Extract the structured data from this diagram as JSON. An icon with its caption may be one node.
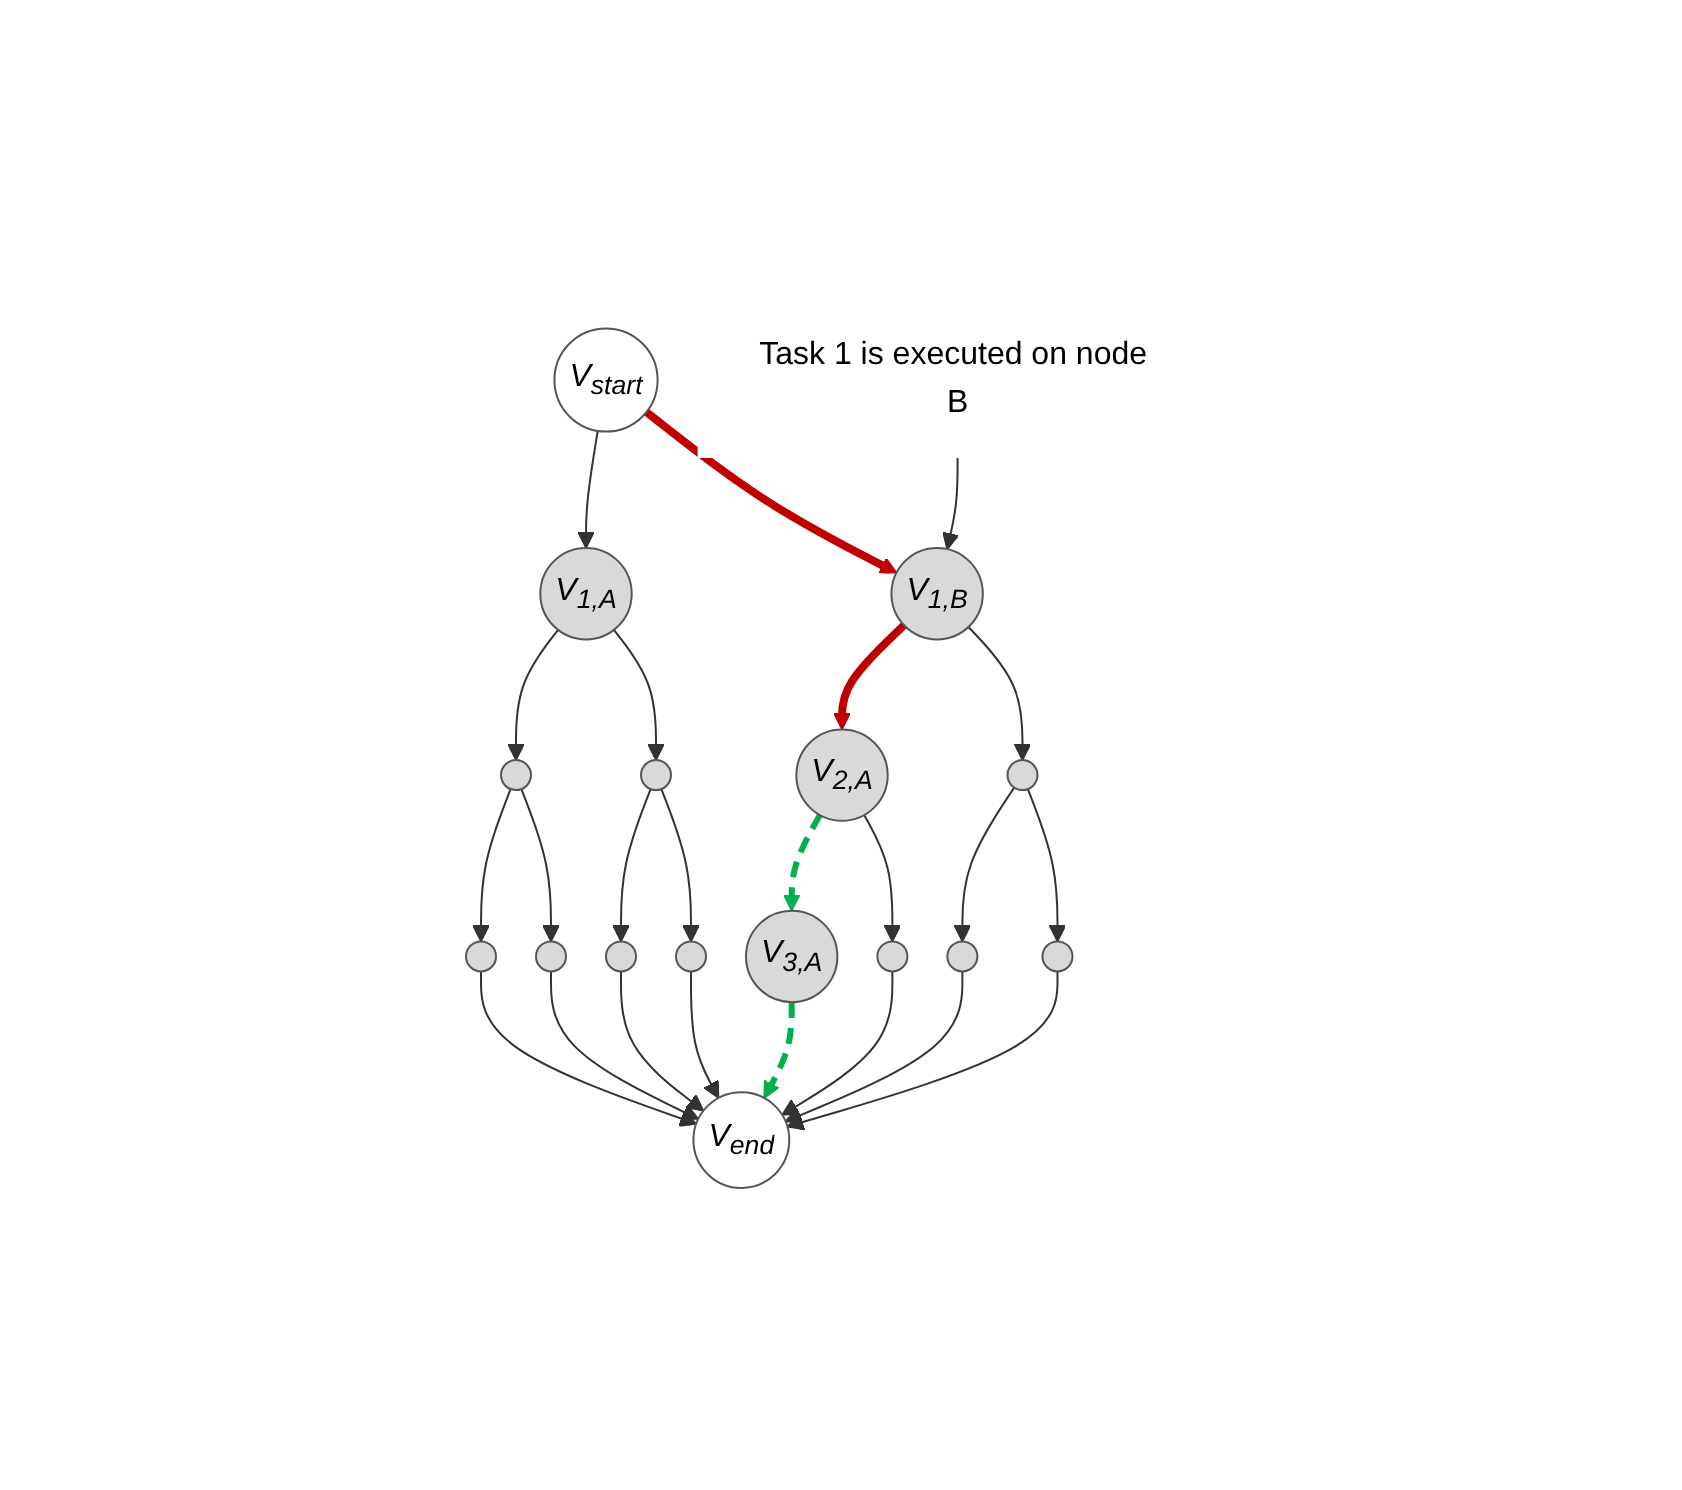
{
  "diagram": {
    "nodes": [
      {
        "text": [
          "V$_{start}$"
        ]
      },
      {
        "text": [
          "V$_{1,A}$"
        ]
      },
      {
        "text": [
          "V$_{1,B}$"
        ]
      },
      {
        "text": [],
        "shape": "circle"
      },
      {
        "text": [],
        "shape": "circle"
      },
      {
        "text": [
          "V$_{2,A}$"
        ]
      },
      {
        "text": [],
        "shape": "circle"
      },
      {
        "text": [],
        "shape": "circle"
      },
      {
        "text": [],
        "shape": "circle"
      },
      {
        "text": [],
        "shape": "circle"
      },
      {
        "text": [],
        "shape": "circle"
      },
      {
        "text": [
          "V$_{3,A}$"
        ]
      },
      {
        "text": [],
        "shape": "circle"
      },
      {
        "text": [],
        "shape": "circle"
      },
      {
        "text": [],
        "shape": "circle"
      },
      {
        "text": [
          "V$_{end}$"
        ]
      },
      {
        "text": [
          "Task 1 is executed on node B"
        ]
      }
    ],
    "edges": [
      {
        "from": 0,
        "to": 1,
        "arrow": "to"
      },
      {
        "from": 0,
        "to": 2,
        "arrow": "to",
        "style": "thick",
        "color": "#c00000"
      },
      {
        "from": 1,
        "to": 3,
        "arrow": "to"
      },
      {
        "from": 1,
        "to": 4,
        "arrow": "to"
      },
      {
        "from": 2,
        "to": 5,
        "arrow": "to",
        "style": "thick",
        "color": "#c00000"
      },
      {
        "from": 2,
        "to": 6,
        "arrow": "to"
      },
      {
        "from": 3,
        "to": 7,
        "arrow": "to"
      },
      {
        "from": 3,
        "to": 8,
        "arrow": "to"
      },
      {
        "from": 4,
        "to": 9,
        "arrow": "to"
      },
      {
        "from": 4,
        "to": 10,
        "arrow": "to"
      },
      {
        "from": 5,
        "to": 11,
        "arrow": "to",
        "style": "dashed",
        "color": "#00b050"
      },
      {
        "from": 5,
        "to": 12,
        "arrow": "to"
      },
      {
        "from": 6,
        "to": 13,
        "arrow": "to"
      },
      {
        "from": 6,
        "to": 14,
        "arrow": "to"
      },
      {
        "from": 7,
        "to": 15,
        "arrow": "to"
      },
      {
        "from": 8,
        "to": 15,
        "arrow": "to"
      },
      {
        "from": 9,
        "to": 15,
        "arrow": "to"
      },
      {
        "from": 10,
        "to": 15,
        "arrow": "to"
      },
      {
        "from": 11,
        "to": 15,
        "arrow": "to",
        "style": "dashed",
        "color": "#00b050"
      },
      {
        "from": 12,
        "to": 15,
        "arrow": "to"
      },
      {
        "from": 13,
        "to": 15,
        "arrow": "to"
      },
      {
        "from": 14,
        "to": 15,
        "arrow": "to"
      },
      {
        "from": 16,
        "to": 2,
        "arrow": "to"
      }
    ]
  }
}
